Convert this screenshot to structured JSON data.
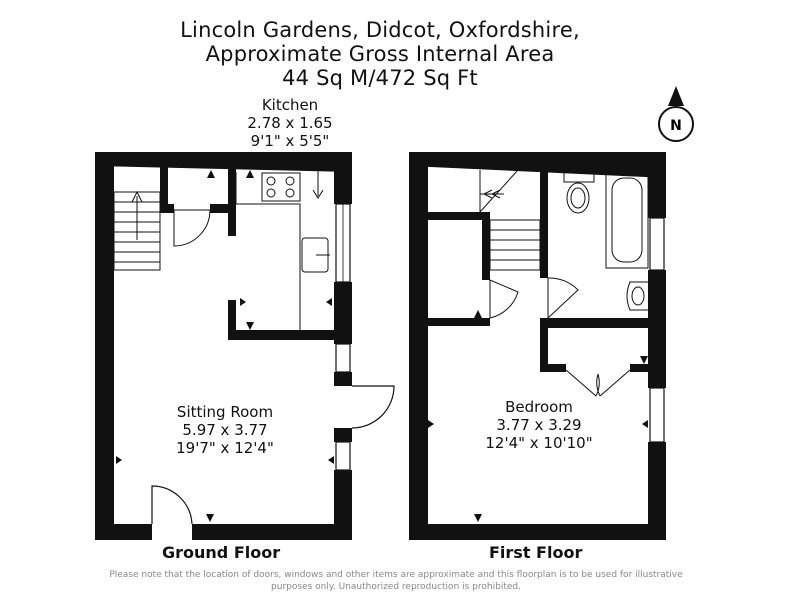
{
  "header": {
    "line1": "Lincoln Gardens, Didcot, Oxfordshire,",
    "line2": "Approximate Gross Internal Area",
    "line3": "44 Sq M/472 Sq Ft"
  },
  "compass": {
    "letter": "N"
  },
  "rooms": {
    "kitchen": {
      "name": "Kitchen",
      "metric": "2.78 x 1.65",
      "imperial": "9'1\" x 5'5\""
    },
    "sitting": {
      "name": "Sitting Room",
      "metric": "5.97 x 3.77",
      "imperial": "19'7\" x 12'4\""
    },
    "bedroom": {
      "name": "Bedroom",
      "metric": "3.77 x 3.29",
      "imperial": "12'4\" x 10'10\""
    }
  },
  "floors": {
    "ground": "Ground Floor",
    "first": "First Floor"
  },
  "disclaimer": {
    "line1": "Please note that the location of doors, windows and other items are approximate and this floorplan is to be used for illustrative",
    "line2": "purposes only. Unauthorized reproduction is prohibited."
  }
}
